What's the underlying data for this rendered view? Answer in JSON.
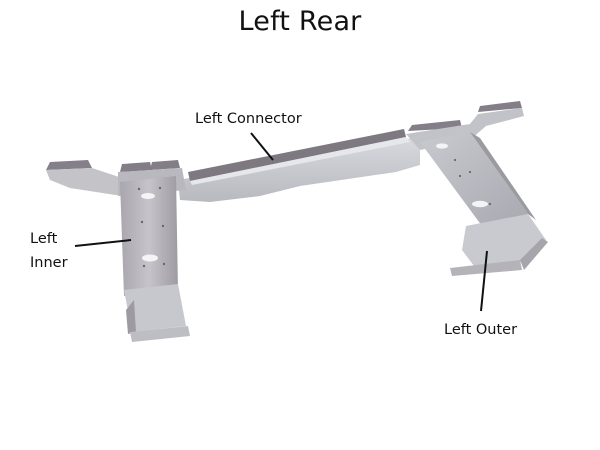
{
  "title": "Left Rear",
  "labels": {
    "connector": "Left Connector",
    "inner_line1": "Left",
    "inner_line2": "Inner",
    "outer": "Left Outer"
  },
  "colors": {
    "background": "#ffffff",
    "metal_light": "#d9dade",
    "metal_mid": "#b9babf",
    "metal_dark": "#8f8c92",
    "flange_top": "#86808a",
    "text": "#111111"
  }
}
